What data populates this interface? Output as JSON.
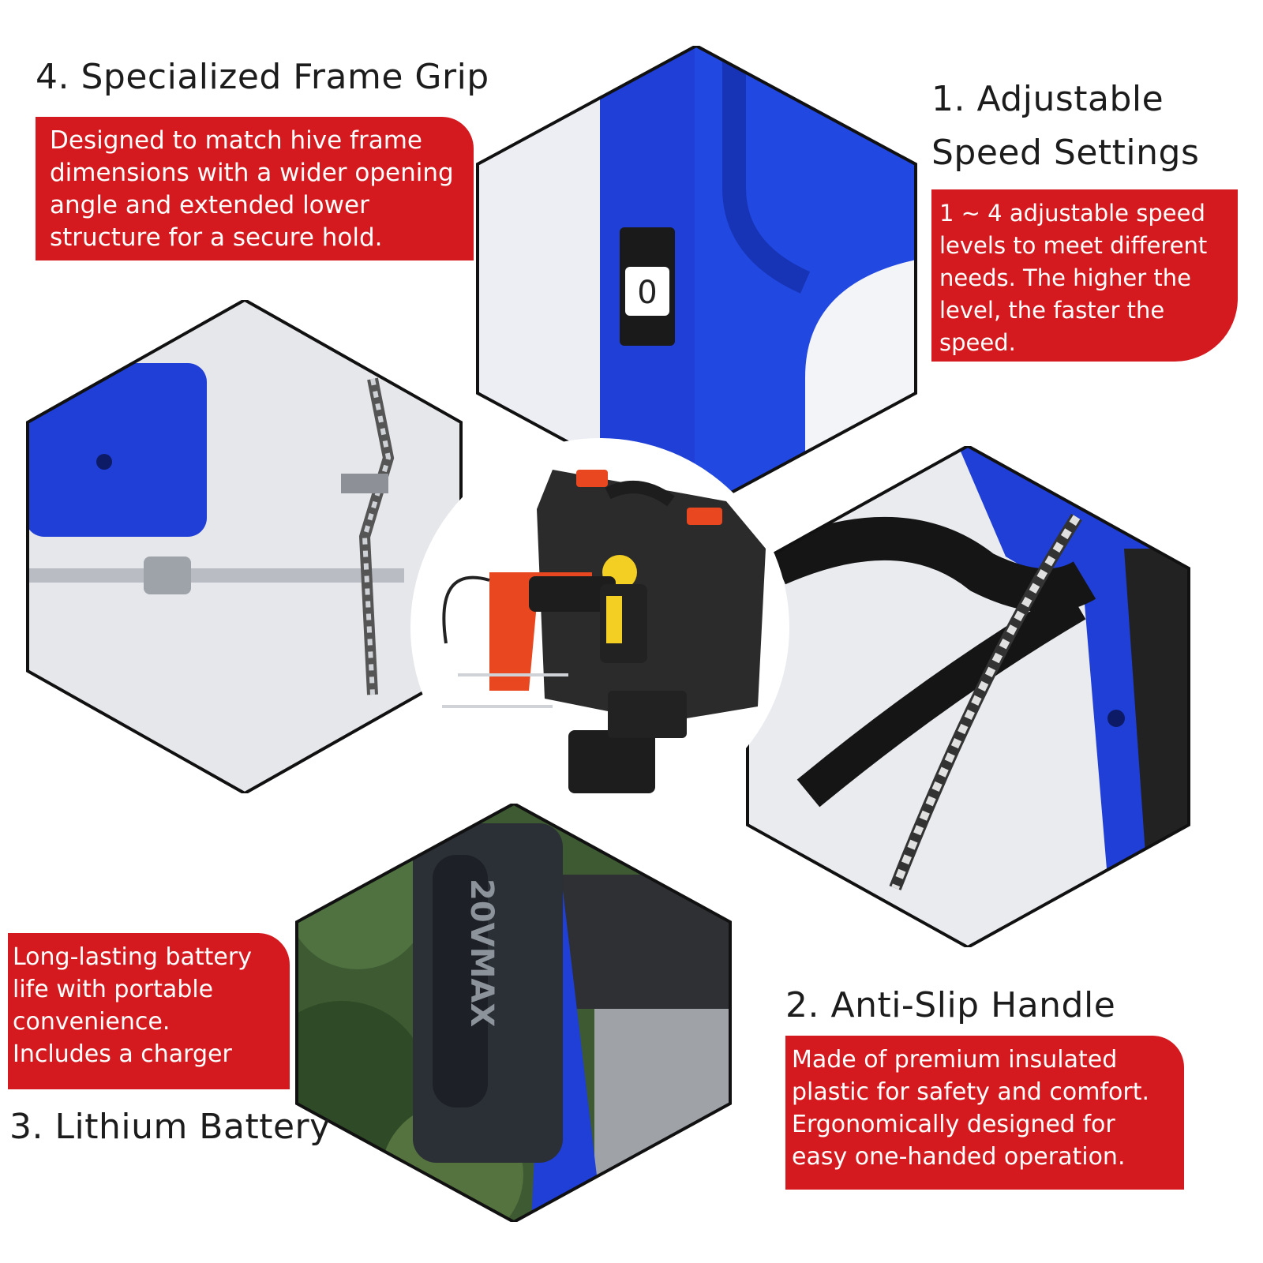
{
  "features": [
    {
      "id": "frame-grip",
      "heading": "4. Specialized Frame Grip",
      "description": [
        "Designed to match hive frame",
        "dimensions with a wider opening",
        "angle and extended lower",
        "structure for a secure hold."
      ]
    },
    {
      "id": "speed",
      "heading_lines": [
        "1. Adjustable",
        "Speed Settings"
      ],
      "description": [
        "1 ~ 4 adjustable speed",
        "levels to meet different",
        "needs. The higher the",
        "level, the faster the",
        "speed."
      ]
    },
    {
      "id": "handle",
      "heading": "2. Anti-Slip Handle",
      "description": [
        "Made of premium insulated",
        "plastic for safety and comfort.",
        "Ergonomically designed for",
        "easy one-handed operation."
      ]
    },
    {
      "id": "battery",
      "heading": "3. Lithium Battery",
      "description": [
        "Long-lasting battery",
        "life with portable",
        "convenience.",
        "Includes a charger"
      ]
    }
  ],
  "product_text": {
    "dial_value": "0",
    "battery_label": "20VMAX"
  },
  "colors": {
    "accent_red": "#d41a1f",
    "tool_blue": "#1f3fd6",
    "tool_orange": "#e8471f",
    "case_black": "#2b2b2b"
  }
}
